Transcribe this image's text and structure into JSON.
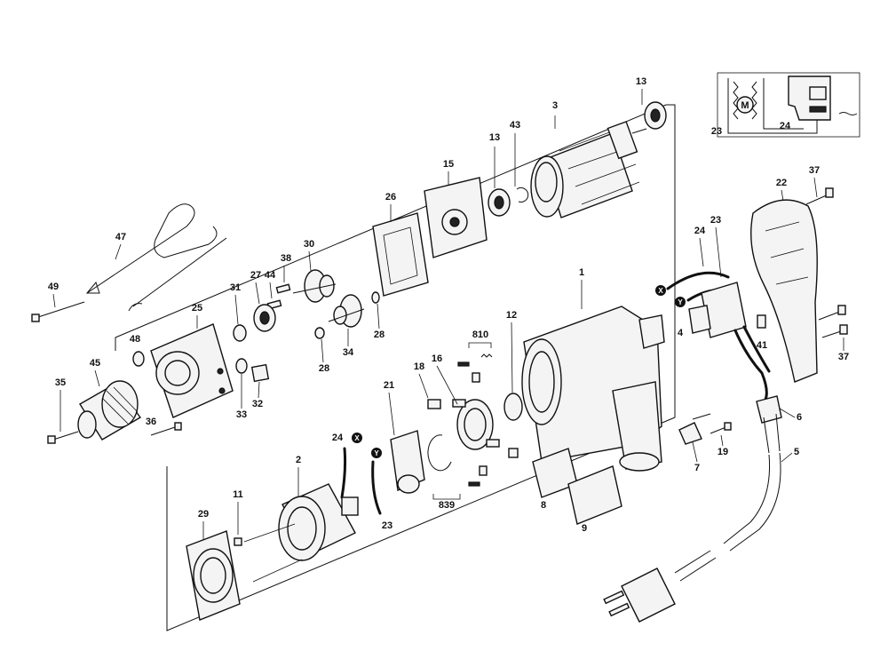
{
  "diagram": {
    "part_labels": {
      "p1": "1",
      "p2": "2",
      "p3": "3",
      "p4": "4",
      "p5": "5",
      "p6": "6",
      "p7": "7",
      "p8": "8",
      "p9": "9",
      "p11": "11",
      "p12": "12",
      "p13a": "13",
      "p13b": "13",
      "p15": "15",
      "p16": "16",
      "p18": "18",
      "p19": "19",
      "p21": "21",
      "p22": "22",
      "p23a": "23",
      "p23b": "23",
      "p23c": "23",
      "p24a": "24",
      "p24b": "24",
      "p24c": "24",
      "p25": "25",
      "p26": "26",
      "p27": "27",
      "p28a": "28",
      "p28b": "28",
      "p29": "29",
      "p30": "30",
      "p31": "31",
      "p32": "32",
      "p33": "33",
      "p34": "34",
      "p35": "35",
      "p36": "36",
      "p37a": "37",
      "p37b": "37",
      "p38": "38",
      "p41": "41",
      "p43": "43",
      "p44": "44",
      "p45": "45",
      "p47": "47",
      "p48": "48",
      "p49": "49",
      "p810": "810",
      "p839": "839"
    },
    "connector_marks": {
      "x": "X",
      "y": "Y"
    },
    "schematic": {
      "motor": "M"
    }
  }
}
